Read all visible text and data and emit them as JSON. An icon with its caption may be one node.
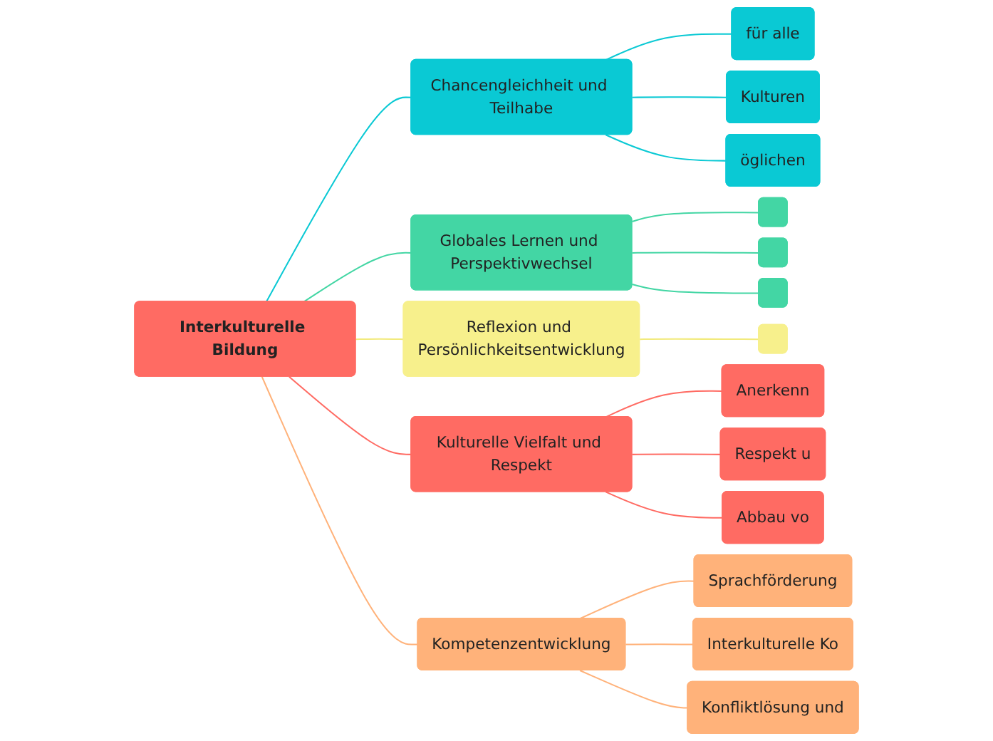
{
  "diagram": {
    "nodes": [
      {
        "text": [
          "Interkulturelle Bildung"
        ]
      },
      {
        "text": [
          "Chancengleichheit und Teilhabe"
        ]
      },
      {
        "text": [
          "für alle"
        ]
      },
      {
        "text": [
          "Kulturen"
        ]
      },
      {
        "text": [
          "öglichen"
        ]
      },
      {
        "text": [
          "Globales Lernen und Perspektivwechsel"
        ]
      },
      {
        "text": [],
        "shape": "box"
      },
      {
        "text": [],
        "shape": "box"
      },
      {
        "text": [],
        "shape": "box"
      },
      {
        "text": [
          "Reflexion und Persönlichkeitsentwicklung"
        ]
      },
      {
        "text": [],
        "shape": "box"
      },
      {
        "text": [
          "Kulturelle Vielfalt und Respekt"
        ]
      },
      {
        "text": [
          "Anerkenn"
        ]
      },
      {
        "text": [
          "Respekt u"
        ]
      },
      {
        "text": [
          "Abbau vo"
        ]
      },
      {
        "text": [
          "Kompetenzentwicklung"
        ]
      },
      {
        "text": [
          "Sprachförderung"
        ]
      },
      {
        "text": [
          "Interkulturelle Ko"
        ]
      },
      {
        "text": [
          "Konfliktlösung und"
        ]
      }
    ],
    "edges": [
      {
        "from": 0,
        "to": 1,
        "arrow": "none",
        "color": "#0ac9d4"
      },
      {
        "from": 1,
        "to": 2,
        "arrow": "none",
        "color": "#0ac9d4"
      },
      {
        "from": 1,
        "to": 3,
        "arrow": "none",
        "color": "#0ac9d4"
      },
      {
        "from": 1,
        "to": 4,
        "arrow": "none",
        "color": "#0ac9d4"
      },
      {
        "from": 0,
        "to": 5,
        "arrow": "none",
        "color": "#43d6a4"
      },
      {
        "from": 5,
        "to": 6,
        "arrow": "none",
        "color": "#43d6a4"
      },
      {
        "from": 5,
        "to": 7,
        "arrow": "none",
        "color": "#43d6a4"
      },
      {
        "from": 5,
        "to": 8,
        "arrow": "none",
        "color": "#43d6a4"
      },
      {
        "from": 0,
        "to": 9,
        "arrow": "none",
        "color": "#f2ea7c"
      },
      {
        "from": 9,
        "to": 10,
        "arrow": "none",
        "color": "#f2ea7c"
      },
      {
        "from": 0,
        "to": 11,
        "arrow": "none",
        "color": "#ff6b63"
      },
      {
        "from": 11,
        "to": 12,
        "arrow": "none",
        "color": "#ff6b63"
      },
      {
        "from": 11,
        "to": 13,
        "arrow": "none",
        "color": "#ff6b63"
      },
      {
        "from": 11,
        "to": 14,
        "arrow": "none",
        "color": "#ff6b63"
      },
      {
        "from": 0,
        "to": 15,
        "arrow": "none",
        "color": "#ffb27a"
      },
      {
        "from": 15,
        "to": 16,
        "arrow": "none",
        "color": "#ffb27a"
      },
      {
        "from": 15,
        "to": 17,
        "arrow": "none",
        "color": "#ffb27a"
      },
      {
        "from": 15,
        "to": 18,
        "arrow": "none",
        "color": "#ffb27a"
      }
    ]
  }
}
